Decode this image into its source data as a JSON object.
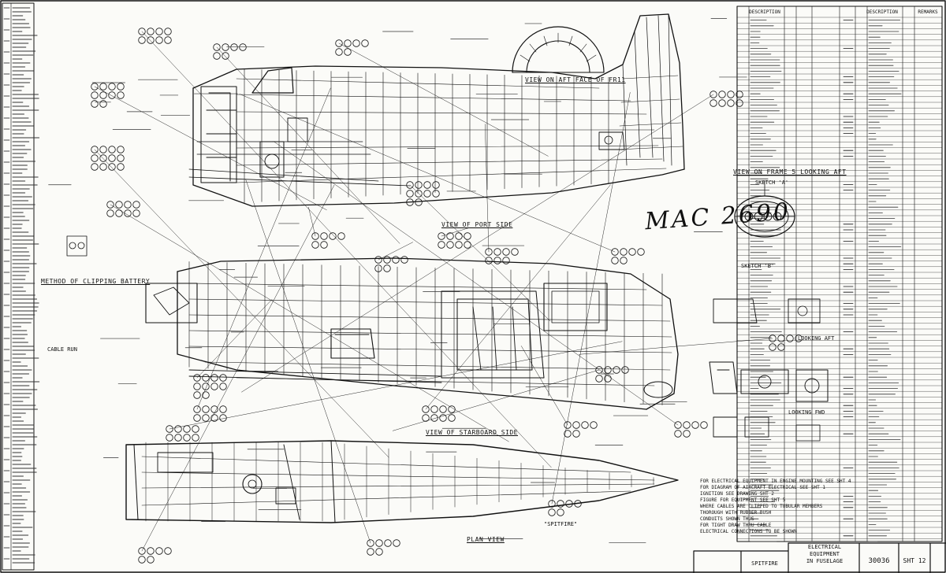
{
  "drawing": {
    "handwritten_mark": "MAC 2690",
    "views": {
      "aft_face": "VIEW ON AFT FACE OF FR11",
      "port_side": "VIEW OF PORT SIDE",
      "starboard_side": "VIEW OF STARBOARD SIDE",
      "plan": "PLAN VIEW",
      "frame_looking_aft": "VIEW ON FRAME 5 LOOKING AFT",
      "sketch_a": "SKETCH 'A'",
      "sketch_b": "SKETCH 'B'",
      "looking_aft": "LOOKING AFT",
      "looking_fwd": "LOOKING FWD"
    },
    "notes": {
      "clipping_battery": "METHOD OF CLIPPING BATTERY",
      "cable_run": "CABLE RUN",
      "spitfire": "\"SPITFIRE\""
    },
    "general_notes": [
      "FOR ELECTRICAL EQUIPMENT IN ENGINE MOUNTING SEE SHT 4",
      "FOR DIAGRAM OF AIRCRAFT ELECTRICAL SEE SHT 1",
      "IGNITION SEE DRAWING SHT 2",
      "FIGURE FOR EQUIPMENT SEE SHT 5",
      "WHERE CABLES ARE CLIPPED TO TUBULAR MEMBERS",
      "THOROUGH WITH RUBBER BUSH",
      "CONDUITS SHOWN THUS",
      "FOR TIGHT DRAW THRU CABLE",
      "ELECTRICAL CONNECTIONS TO BE SHOWN"
    ],
    "title_block": {
      "title_line1": "ELECTRICAL",
      "title_line2": "EQUIPMENT",
      "title_line3": "IN FUSELAGE",
      "aircraft": "SPITFIRE",
      "drawing_no": "30036",
      "sheet": "SHT 12"
    },
    "parts_list_headers": {
      "description": "DESCRIPTION",
      "remarks": "REMARKS"
    }
  }
}
